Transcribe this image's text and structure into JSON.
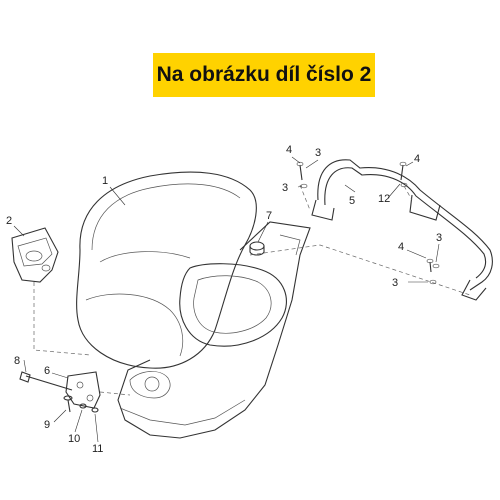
{
  "banner": {
    "text": "Na obrázku díl číslo 2",
    "color": "#ffd200"
  },
  "callouts": {
    "c1": "1",
    "c2": "2",
    "c3a": "3",
    "c3b": "3",
    "c3c": "3",
    "c3d": "3",
    "c4a": "4",
    "c4b": "4",
    "c4c": "4",
    "c5": "5",
    "c6": "6",
    "c7": "7",
    "c8": "8",
    "c9": "9",
    "c10": "10",
    "c11": "11",
    "c12": "12"
  }
}
